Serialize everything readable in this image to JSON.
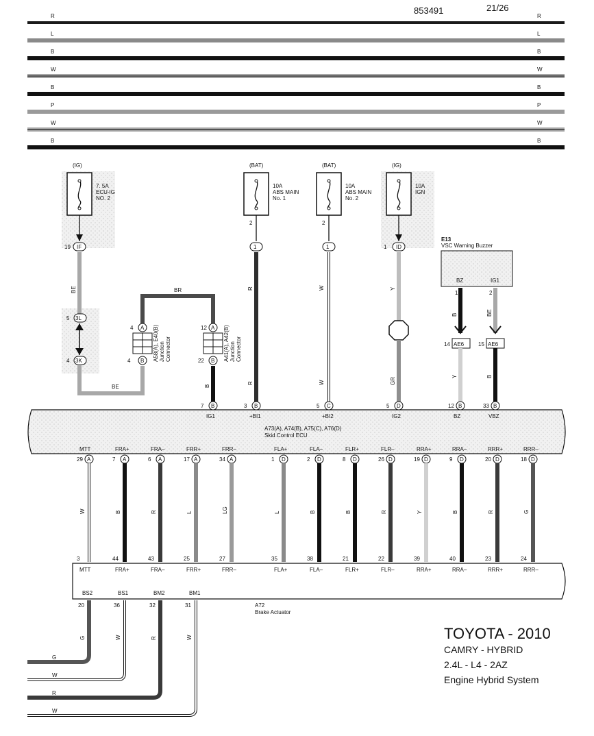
{
  "header": {
    "doc_number": "853491",
    "page": "21/26"
  },
  "top_bus": [
    {
      "label": "R",
      "color": "#1a1a1a",
      "width": 4
    },
    {
      "label": "L",
      "color": "#8a8a8a",
      "width": 6
    },
    {
      "label": "B",
      "color": "#111111",
      "width": 6
    },
    {
      "label": "W",
      "color": "#1a1a1a",
      "width": 1.5
    },
    {
      "label": "B",
      "color": "#111111",
      "width": 6
    },
    {
      "label": "P",
      "color": "#9a9a9a",
      "width": 6
    },
    {
      "label": "W",
      "color": "#1a1a1a",
      "width": 1.5
    },
    {
      "label": "B",
      "color": "#111111",
      "width": 6
    }
  ],
  "fuses": [
    {
      "id": "ecu-ig-2",
      "supply": "(IG)",
      "rating": "7. 5A",
      "name_lines": [
        "ECU-IG",
        "NO. 2"
      ],
      "pin": "",
      "conn": "IF",
      "conn_pin": "19",
      "shaded": true
    },
    {
      "id": "abs-main-1",
      "supply": "(BAT)",
      "rating": "10A",
      "name_lines": [
        "ABS MAIN",
        "No. 1"
      ],
      "pin": "2",
      "conn": "1",
      "conn_pin": "",
      "shaded": false
    },
    {
      "id": "abs-main-2",
      "supply": "(BAT)",
      "rating": "10A",
      "name_lines": [
        "ABS MAIN",
        "No. 2"
      ],
      "pin": "2",
      "conn": "1",
      "conn_pin": "",
      "shaded": false
    },
    {
      "id": "ign",
      "supply": "(IG)",
      "rating": "10A",
      "name_lines": [
        "IGN"
      ],
      "pin": "",
      "conn": "ID",
      "conn_pin": "1",
      "shaded": true
    }
  ],
  "buzzer": {
    "id": "E13",
    "name": "VSC Warning Buzzer",
    "pins": [
      {
        "name": "BZ",
        "num": "1",
        "wire": "B"
      },
      {
        "name": "IG1",
        "num": "2",
        "wire": "BE"
      }
    ],
    "conns": [
      {
        "pin": "14",
        "name": "AE6",
        "wire_below": "Y"
      },
      {
        "pin": "15",
        "name": "AE6",
        "wire_below": "B"
      }
    ]
  },
  "junctions": [
    {
      "id": "A58",
      "lines": [
        "A58(A), E40(B)",
        "Junction",
        "Connector"
      ],
      "top_pin": "4",
      "top_letter": "A",
      "bot_pin": "4",
      "bot_letter": "B"
    },
    {
      "id": "A41",
      "lines": [
        "A41(A), A42(B)",
        "Junction",
        "Connector"
      ],
      "top_pin": "12",
      "top_letter": "A",
      "bot_pin": "22",
      "bot_letter": "B"
    }
  ],
  "left_conns": [
    {
      "pin": "5",
      "name": "3L"
    },
    {
      "pin": "4",
      "name": "3K"
    }
  ],
  "misc_labels": {
    "br": "BR",
    "be_top": "BE",
    "be_bottom": "BE",
    "b_a41": "B",
    "r1": "R",
    "r1b": "R",
    "w2": "W",
    "w2b": "W",
    "y_ign": "Y",
    "gr_ign": "GR"
  },
  "ecu": {
    "name_lines": [
      "A73(A), A74(B), A75(C), A76(D)",
      "Skid Control ECU"
    ],
    "top_pins": [
      {
        "num": "7",
        "letter": "B",
        "name": "IG1"
      },
      {
        "num": "3",
        "letter": "B",
        "name": "+BI1"
      },
      {
        "num": "5",
        "letter": "C",
        "name": "+BI2"
      },
      {
        "num": "5",
        "letter": "D",
        "name": "IG2"
      },
      {
        "num": "12",
        "letter": "B",
        "name": "BZ"
      },
      {
        "num": "33",
        "letter": "B",
        "name": "VBZ"
      }
    ],
    "bottom_pins": [
      {
        "name": "MTT",
        "num": "29",
        "letter": "A",
        "wire": "W",
        "act": "3"
      },
      {
        "name": "FRA+",
        "num": "7",
        "letter": "A",
        "wire": "B",
        "act": "44"
      },
      {
        "name": "FRA–",
        "num": "6",
        "letter": "A",
        "wire": "R",
        "act": "43"
      },
      {
        "name": "FRR+",
        "num": "17",
        "letter": "A",
        "wire": "L",
        "act": "25"
      },
      {
        "name": "FRR–",
        "num": "34",
        "letter": "A",
        "wire": "LG",
        "act": "27"
      },
      {
        "name": "FLA+",
        "num": "1",
        "letter": "D",
        "wire": "L",
        "act": "35"
      },
      {
        "name": "FLA–",
        "num": "2",
        "letter": "D",
        "wire": "B",
        "act": "38"
      },
      {
        "name": "FLR+",
        "num": "8",
        "letter": "D",
        "wire": "B",
        "act": "21"
      },
      {
        "name": "FLR–",
        "num": "26",
        "letter": "D",
        "wire": "R",
        "act": "22"
      },
      {
        "name": "RRA+",
        "num": "19",
        "letter": "D",
        "wire": "Y",
        "act": "39"
      },
      {
        "name": "RRA–",
        "num": "9",
        "letter": "D",
        "wire": "B",
        "act": "40"
      },
      {
        "name": "RRR+",
        "num": "20",
        "letter": "D",
        "wire": "R",
        "act": "23"
      },
      {
        "name": "RRR–",
        "num": "18",
        "letter": "D",
        "wire": "G",
        "act": "24"
      }
    ]
  },
  "actuator": {
    "id": "A72",
    "name": "Brake Actuator",
    "top_names": [
      "MTT",
      "FRA+",
      "FRA–",
      "FRR+",
      "FRR–",
      "FLA+",
      "FLA–",
      "FLR+",
      "FLR–",
      "RRA+",
      "RRA–",
      "RRR+",
      "RRR–"
    ],
    "bottom_pins": [
      {
        "name": "BS2",
        "num": "20",
        "wire": "G"
      },
      {
        "name": "BS1",
        "num": "36",
        "wire": "W"
      },
      {
        "name": "BM2",
        "num": "32",
        "wire": "R"
      },
      {
        "name": "BM1",
        "num": "31",
        "wire": "W"
      }
    ]
  },
  "bottom_bus": [
    {
      "label": "G"
    },
    {
      "label": "W"
    },
    {
      "label": "R"
    },
    {
      "label": "W"
    }
  ],
  "title_block": {
    "line1": "TOYOTA - 2010",
    "line2": "CAMRY - HYBRID",
    "line3": "2.4L - L4 - 2AZ",
    "line4": "Engine Hybrid System"
  }
}
